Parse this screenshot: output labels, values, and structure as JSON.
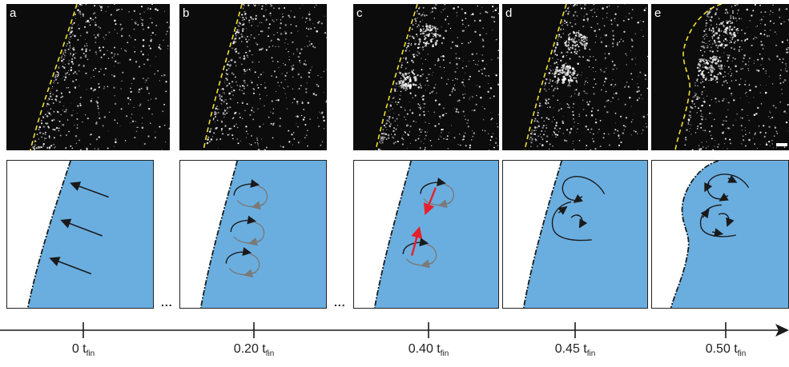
{
  "panels": [
    {
      "label": "a"
    },
    {
      "label": "b"
    },
    {
      "label": "c"
    },
    {
      "label": "d"
    },
    {
      "label": "e"
    }
  ],
  "ellipsis": [
    "...",
    "..."
  ],
  "timeline": {
    "ticks": [
      {
        "value": "0",
        "unit": "t",
        "sub": "fin"
      },
      {
        "value": "0.20",
        "unit": "t",
        "sub": "fin"
      },
      {
        "value": "0.40",
        "unit": "t",
        "sub": "fin"
      },
      {
        "value": "0.45",
        "unit": "t",
        "sub": "fin"
      },
      {
        "value": "0.50",
        "unit": "t",
        "sub": "fin"
      }
    ]
  },
  "colors": {
    "fluid": "#6aaee0",
    "interface_dashed": "#f0e030",
    "arrow_red": "#e6202a",
    "arrow_dark": "#1a1a1a",
    "arrow_grey": "#7a7a7a"
  }
}
